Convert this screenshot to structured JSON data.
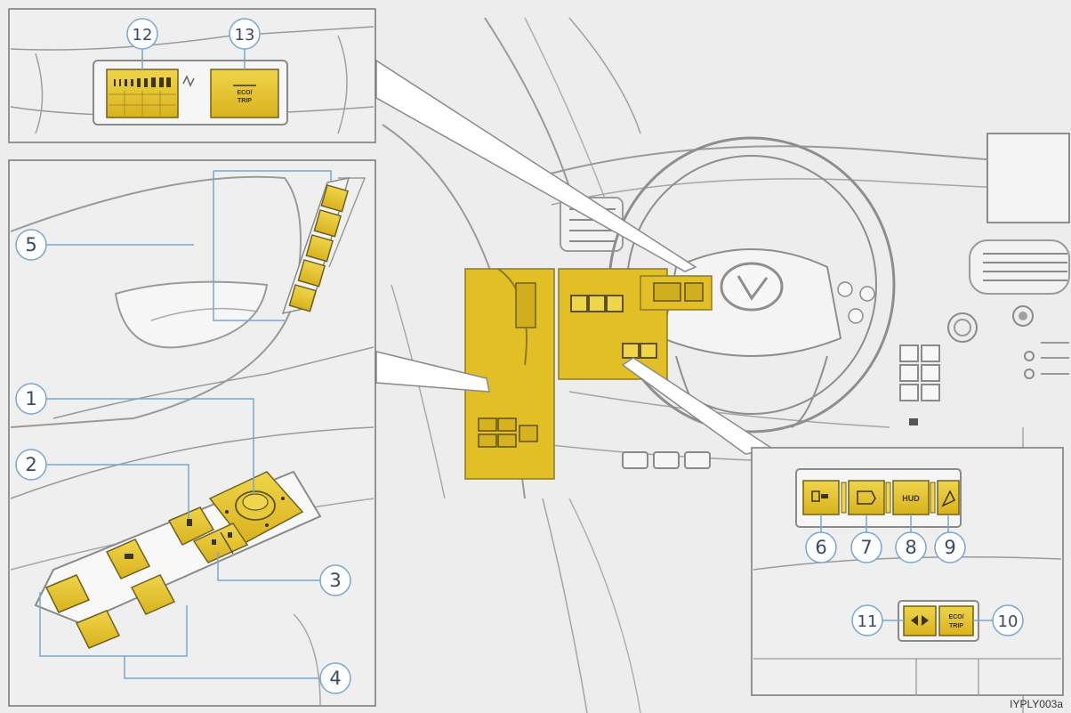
{
  "diagram": {
    "image_code": "IYPLY003a",
    "callouts": {
      "c1": "1",
      "c2": "2",
      "c3": "3",
      "c4": "4",
      "c5": "5",
      "c6": "6",
      "c7": "7",
      "c8": "8",
      "c9": "9",
      "c10": "10",
      "c11": "11",
      "c12": "12",
      "c13": "13"
    },
    "button_labels": {
      "hud": "HUD",
      "eco_top": "ECO/",
      "eco_bottom": "TRIP"
    },
    "colors": {
      "highlight": "#e7c52a",
      "callout_line": "#7aa6cf",
      "callout_text": "#3a4a66",
      "line_art": "#9a9a9a",
      "background": "#ececec"
    }
  }
}
